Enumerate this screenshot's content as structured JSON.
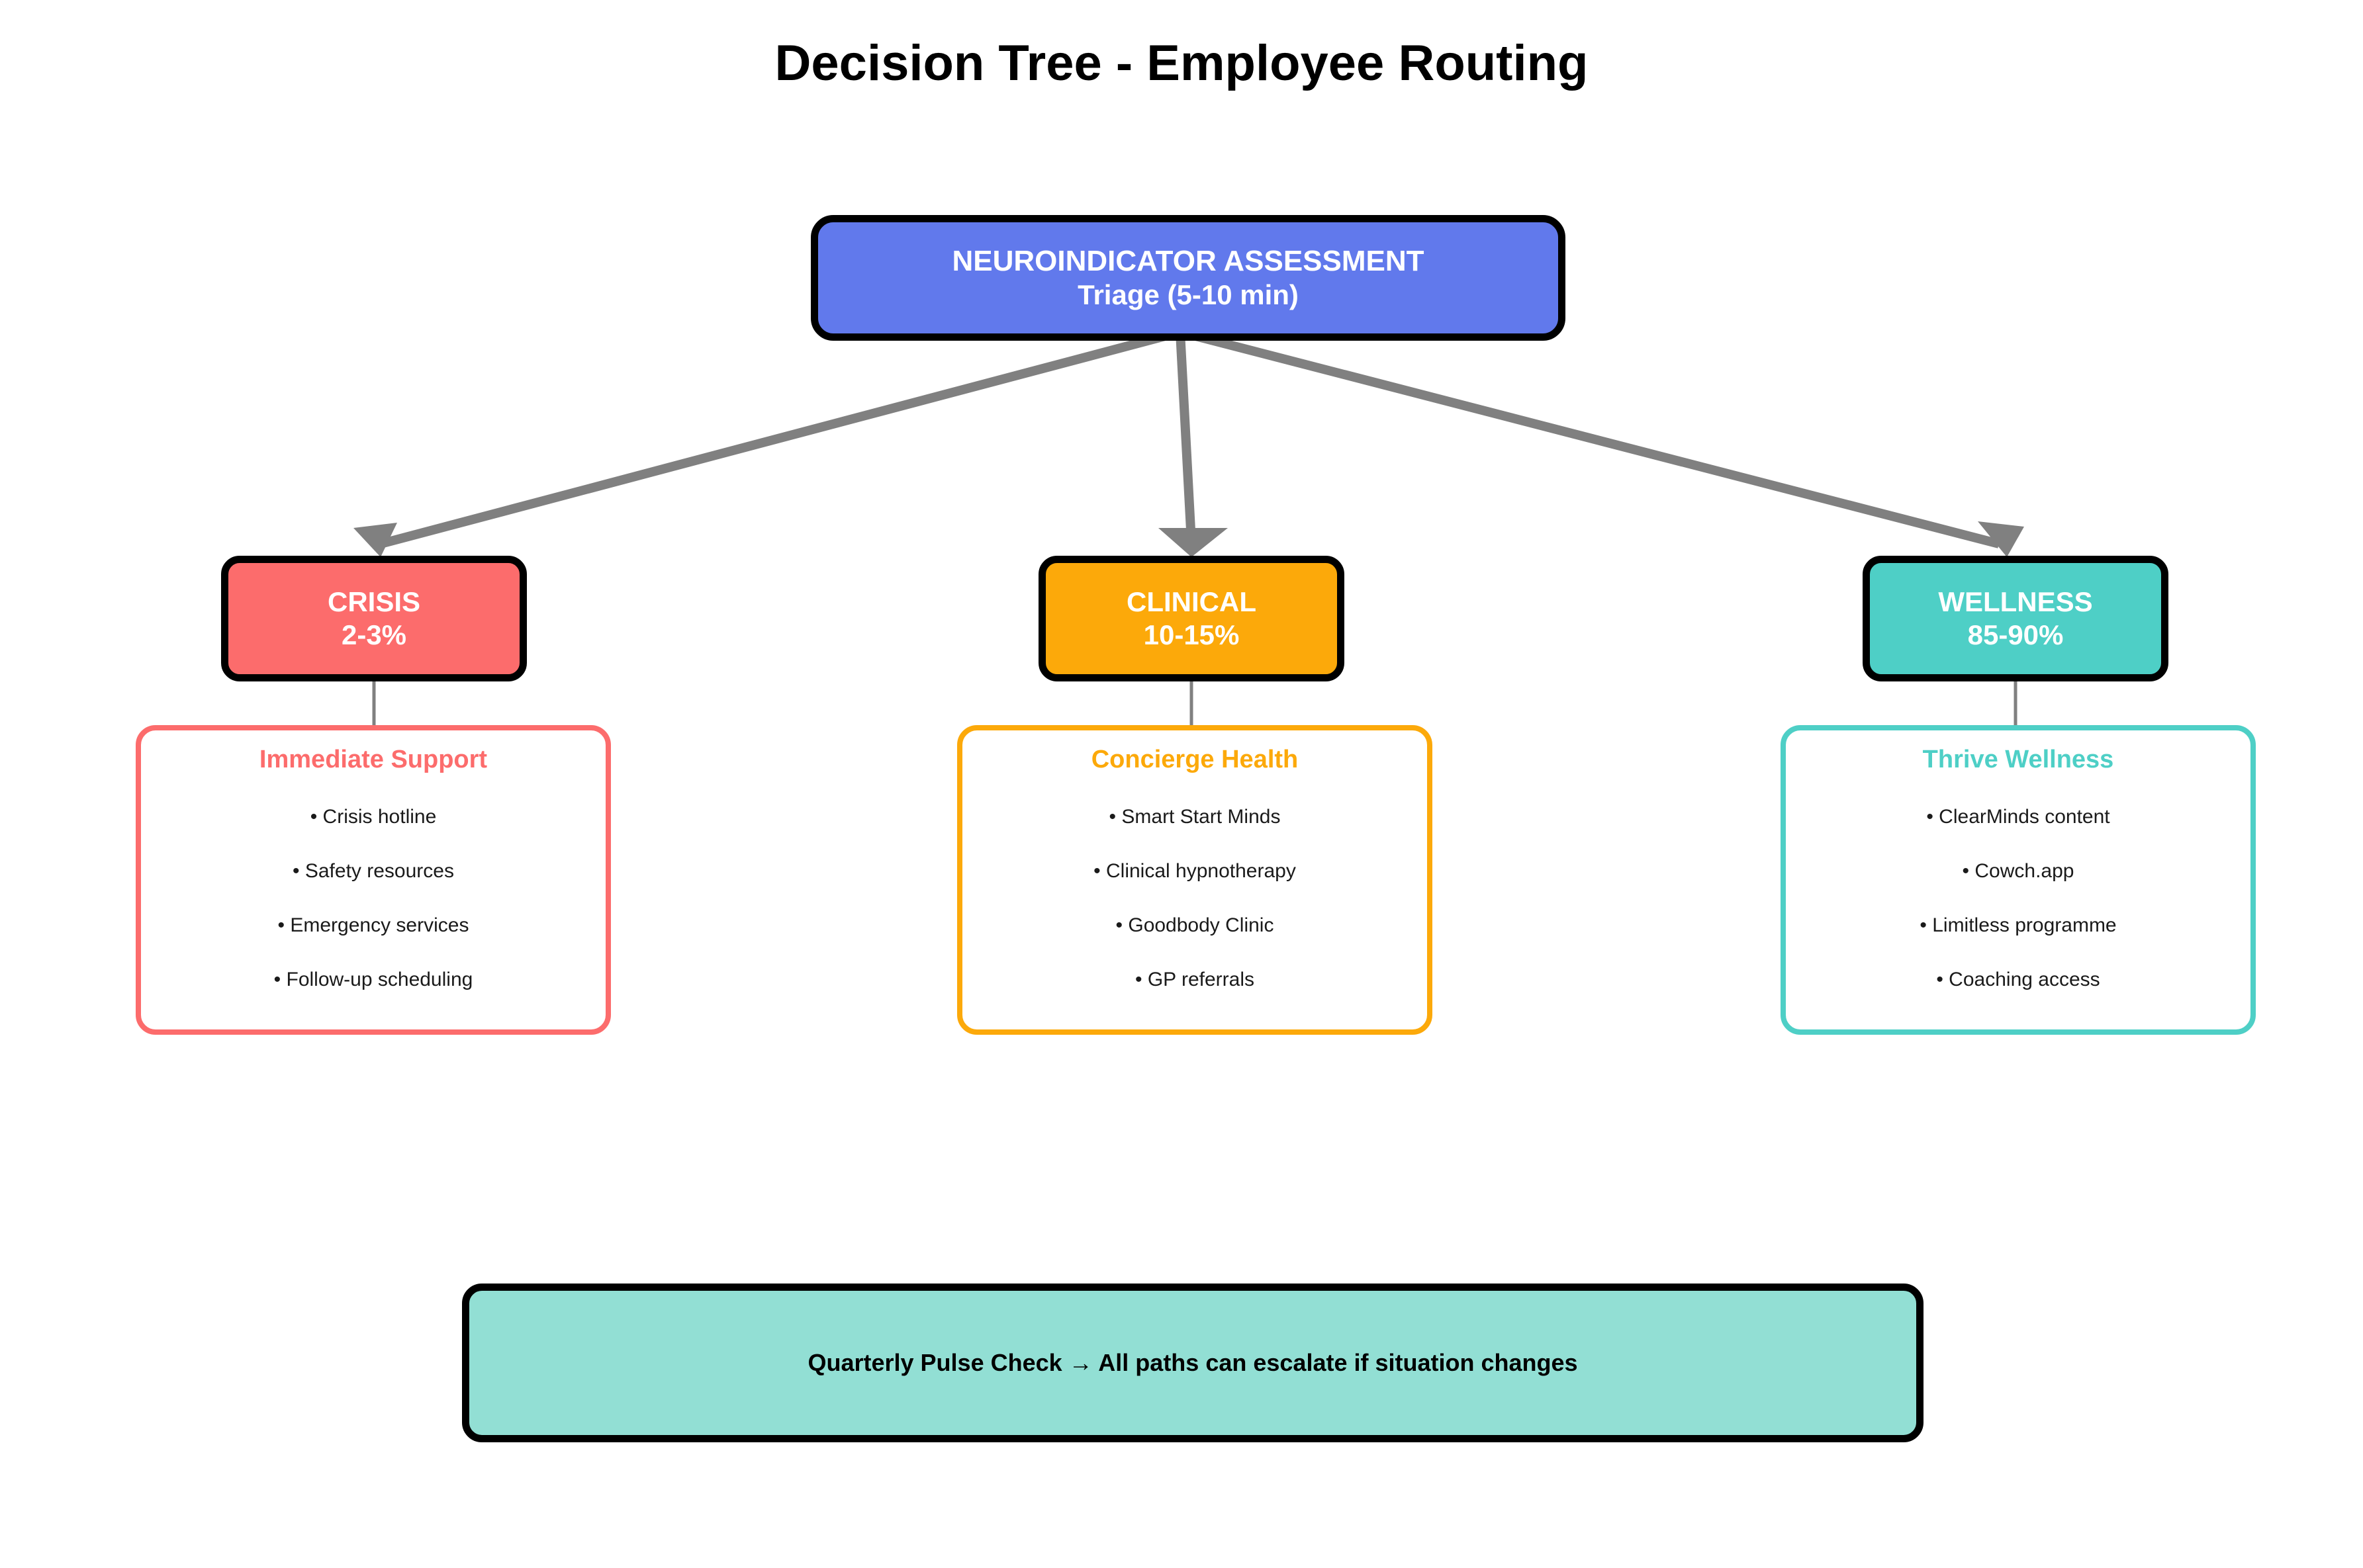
{
  "title": "Decision Tree - Employee Routing",
  "root": {
    "label": "NEUROINDICATOR ASSESSMENT",
    "sublabel": "Triage (5-10 min)",
    "color": "#6179EC"
  },
  "branches": [
    {
      "name": "CRISIS",
      "percentage": "2-3%",
      "color": "#FC6C6C",
      "card_title": "Immediate Support",
      "items": [
        "• Crisis hotline",
        "• Safety resources",
        "• Emergency services",
        "• Follow-up scheduling"
      ]
    },
    {
      "name": "CLINICAL",
      "percentage": "10-15%",
      "color": "#FCA90A",
      "card_title": "Concierge Health",
      "items": [
        "• Smart Start Minds",
        "• Clinical hypnotherapy",
        "• Goodbody Clinic",
        "• GP referrals"
      ]
    },
    {
      "name": "WELLNESS",
      "percentage": "85-90%",
      "color": "#4ECFC6",
      "card_title": "Thrive Wellness",
      "items": [
        "• ClearMinds content",
        "• Cowch.app",
        "• Limitless programme",
        "• Coaching access"
      ]
    }
  ],
  "footer": {
    "text": "Quarterly Pulse Check → All paths can escalate if situation changes",
    "color": "#92DFD4"
  },
  "edge_color": "#808080"
}
